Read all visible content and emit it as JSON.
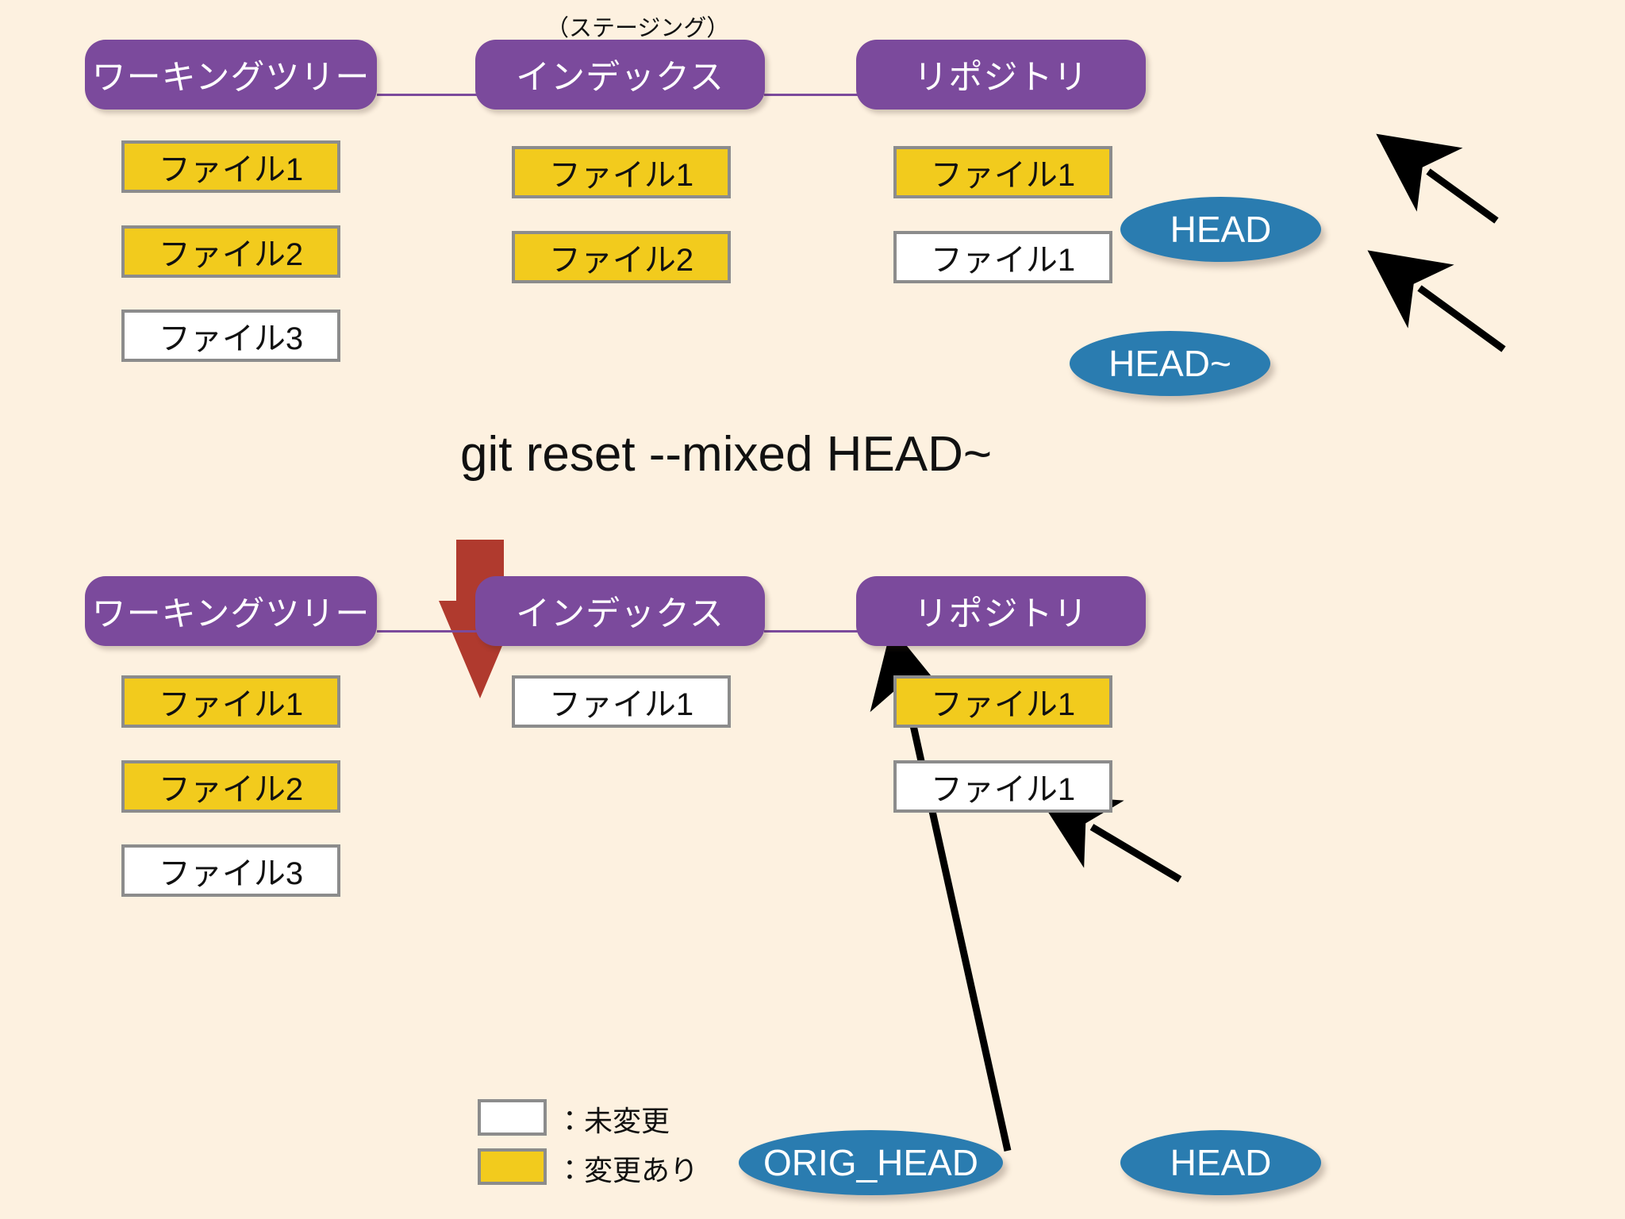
{
  "diagram": {
    "title": "git reset --mixed HEAD~",
    "background_color": "#fdf1e0",
    "colors": {
      "area_header": "#7b4a9c",
      "changed": "#f2cb1d",
      "unchanged": "#ffffff",
      "ref": "#2a7cb0",
      "arrow": "#b03a2e",
      "border": "#8c8c8c"
    }
  },
  "staging_caption": "（ステージング）",
  "command": "git reset --mixed HEAD~",
  "before": {
    "working_tree": {
      "header": "ワーキングツリー",
      "files": [
        {
          "label": "ファイル1",
          "state": "changed"
        },
        {
          "label": "ファイル2",
          "state": "changed"
        },
        {
          "label": "ファイル3",
          "state": "unchanged"
        }
      ]
    },
    "index": {
      "header": "インデックス",
      "files": [
        {
          "label": "ファイル1",
          "state": "changed"
        },
        {
          "label": "ファイル2",
          "state": "changed"
        }
      ]
    },
    "repository": {
      "header": "リポジトリ",
      "files": [
        {
          "label": "ファイル1",
          "state": "changed"
        },
        {
          "label": "ファイル1",
          "state": "unchanged"
        }
      ],
      "refs": [
        {
          "label": "HEAD",
          "points_to": "ファイル1 (changed)"
        },
        {
          "label": "HEAD~",
          "points_to": "ファイル1 (unchanged)"
        }
      ]
    }
  },
  "after": {
    "working_tree": {
      "header": "ワーキングツリー",
      "files": [
        {
          "label": "ファイル1",
          "state": "changed"
        },
        {
          "label": "ファイル2",
          "state": "changed"
        },
        {
          "label": "ファイル3",
          "state": "unchanged"
        }
      ]
    },
    "index": {
      "header": "インデックス",
      "files": [
        {
          "label": "ファイル1",
          "state": "unchanged"
        }
      ]
    },
    "repository": {
      "header": "リポジトリ",
      "files": [
        {
          "label": "ファイル1",
          "state": "changed"
        },
        {
          "label": "ファイル1",
          "state": "unchanged"
        }
      ],
      "refs": [
        {
          "label": "ORIG_HEAD",
          "points_to": "ファイル1 (changed)"
        },
        {
          "label": "HEAD",
          "points_to": "ファイル1 (unchanged)"
        }
      ]
    }
  },
  "legend": {
    "items": [
      {
        "swatch": "unchanged",
        "label": "：未変更"
      },
      {
        "swatch": "changed",
        "label": "：変更あり"
      }
    ]
  }
}
